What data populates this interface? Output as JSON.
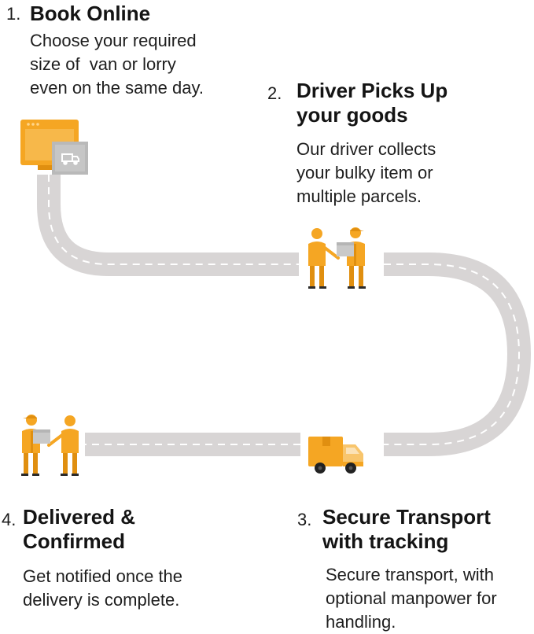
{
  "steps": [
    {
      "number": "1.",
      "title": "Book Online",
      "description": "Choose your required\nsize of  van or lorry\neven on the same day."
    },
    {
      "number": "2.",
      "title": "Driver Picks Up\nyour goods",
      "description": "Our driver collects\nyour bulky item or\nmultiple parcels."
    },
    {
      "number": "3.",
      "title": "Secure Transport\nwith tracking",
      "description": "Secure transport, with\noptional manpower for\nhandling."
    },
    {
      "number": "4.",
      "title": "Delivered &\nConfirmed",
      "description": "Get notified once the\ndelivery is complete."
    }
  ],
  "illustrations": {
    "step1": "monitor-icon",
    "step2": "handover-icon",
    "step3": "truck-icon",
    "step4": "handover-icon"
  },
  "colors": {
    "accent": "#F5A623",
    "accent_dark": "#E08F10",
    "road": "#D8D5D5",
    "road_mark": "#FFFFFF",
    "text": "#141414"
  }
}
